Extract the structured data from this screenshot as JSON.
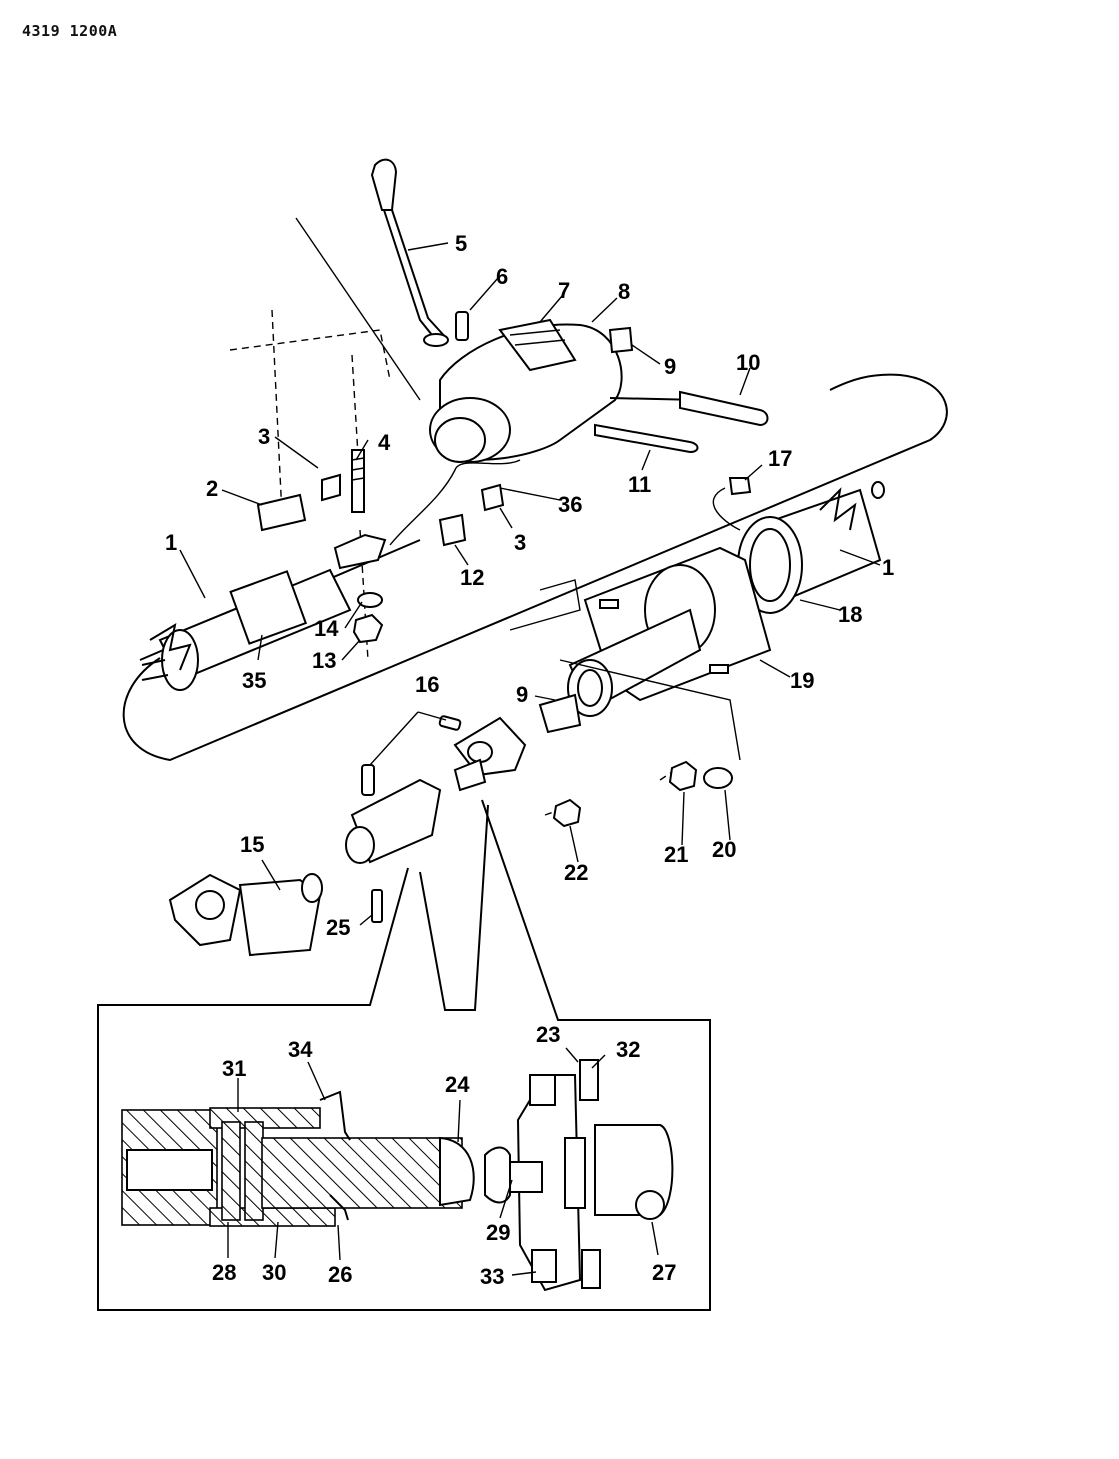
{
  "header": {
    "code": "4319  1200A"
  },
  "callouts": {
    "c1a": "1",
    "c1b": "1",
    "c2": "2",
    "c3a": "3",
    "c3b": "3",
    "c4": "4",
    "c5": "5",
    "c6": "6",
    "c7": "7",
    "c8": "8",
    "c9a": "9",
    "c9b": "9",
    "c10": "10",
    "c11": "11",
    "c12": "12",
    "c13": "13",
    "c14": "14",
    "c15": "15",
    "c16": "16",
    "c17": "17",
    "c18": "18",
    "c19": "19",
    "c20": "20",
    "c21": "21",
    "c22": "22",
    "c23": "23",
    "c24": "24",
    "c25": "25",
    "c26": "26",
    "c27": "27",
    "c28": "28",
    "c29": "29",
    "c30": "30",
    "c31": "31",
    "c32": "32",
    "c33": "33",
    "c34": "34",
    "c35": "35",
    "c36": "36"
  }
}
